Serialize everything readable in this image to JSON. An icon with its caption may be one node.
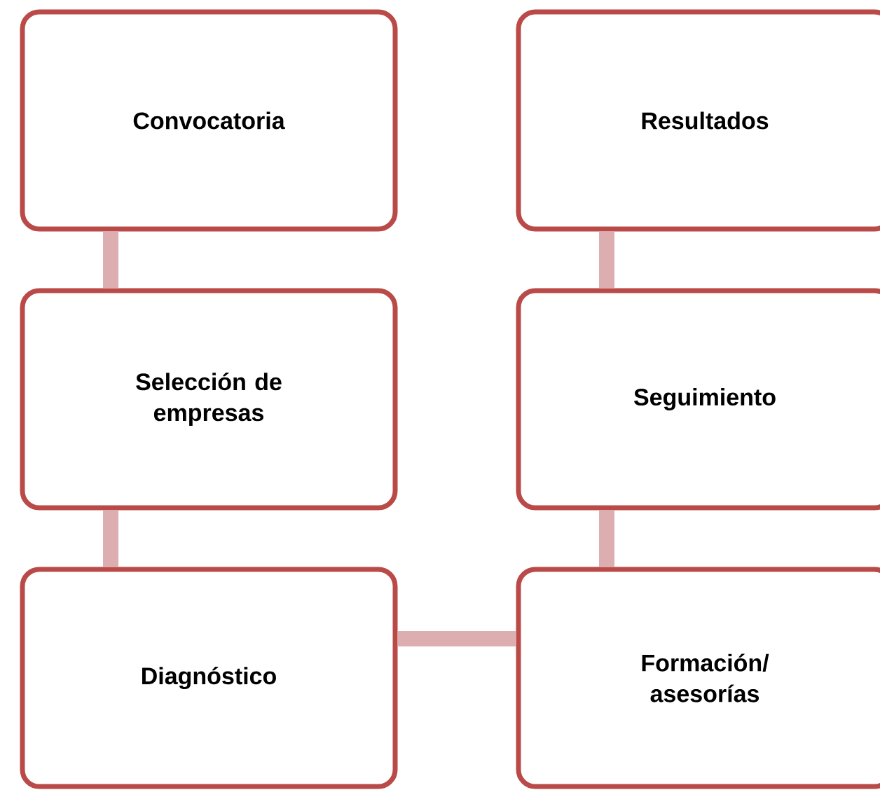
{
  "diagram": {
    "nodes": [
      {
        "text": [
          "Convocatoria"
        ]
      },
      {
        "text": [
          "Selección de empresas"
        ]
      },
      {
        "text": [
          "Diagnóstico"
        ]
      },
      {
        "text": [
          "Formación/ asesorías"
        ]
      },
      {
        "text": [
          "Seguimiento"
        ]
      },
      {
        "text": [
          "Resultados"
        ]
      }
    ],
    "edges": [
      {
        "from": 0,
        "to": 1,
        "arrow": "none"
      },
      {
        "from": 1,
        "to": 2,
        "arrow": "none"
      },
      {
        "from": 2,
        "to": 3,
        "arrow": "none"
      },
      {
        "from": 3,
        "to": 4,
        "arrow": "none"
      },
      {
        "from": 4,
        "to": 5,
        "arrow": "none"
      }
    ]
  }
}
